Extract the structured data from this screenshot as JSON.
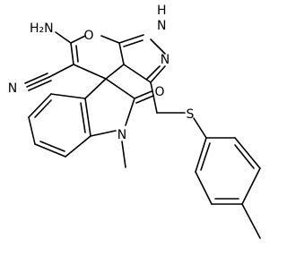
{
  "molecule": {
    "labels": {
      "nh2": "H₂N",
      "ring_o": "O",
      "nh": "H",
      "n1": "N",
      "n2": "N",
      "n_nitrile": "N",
      "carbonyl_o": "O",
      "n_methyl": "N",
      "s": "S"
    }
  }
}
